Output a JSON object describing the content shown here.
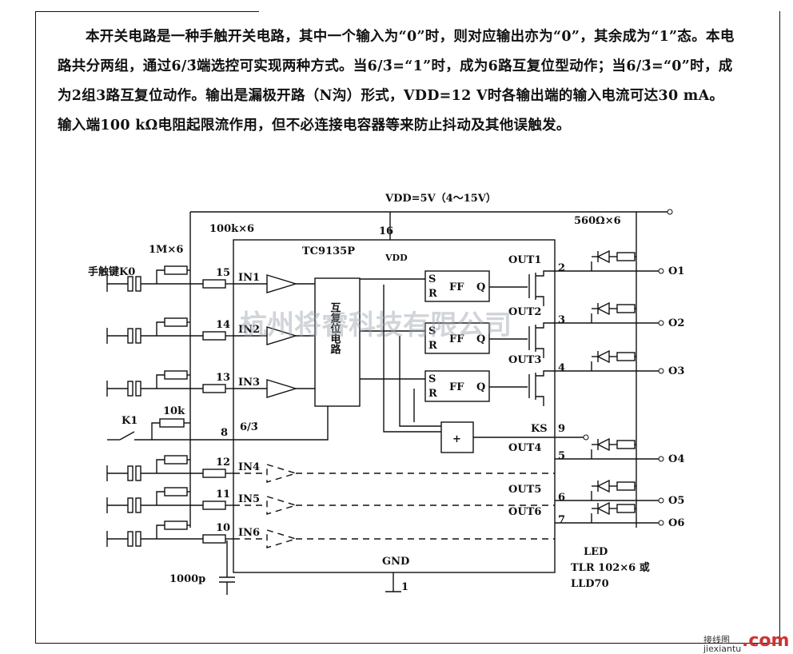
{
  "description": "本开关电路是一种手触开关电路，其中一个输入为“0”时，则对应输出亦为“0”，其余成为“1”态。本电路共分两组，通过6/3̄端选控可实现两种方式。当6/3̄=“1”时，成为6路互复位型动作；当6/3̄=“0”时，成为2组3路互复位动作。输出是漏极开路（N沟）形式，VDD=12 V时各输出端的输入电流可达30 mA。输入端100 kΩ电阻起限流作用，但不必连接电容器等来防止抖动及其他误触发。",
  "diagram": {
    "supply": "VDD=5V（4～15V）",
    "res_100k": "100k×6",
    "res_1m": "1M×6",
    "touch_key": "手触键K0",
    "chip": "TC9135P",
    "vdd_pin": "16",
    "vdd_label": "VDD",
    "reset_block": "互复位电路",
    "ff_label": "FF",
    "s_label": "S",
    "r_label": "R",
    "q_label": "Q",
    "or_label": "+",
    "k1": "K1",
    "res_10k": "10k",
    "sel_pin": "8",
    "sel_label": "6/3̄",
    "ks_label": "KS",
    "ks_pin": "9",
    "cap": "1000p",
    "gnd": "GND",
    "gnd_pin": "1",
    "res_560": "560Ω×6",
    "led_title": "LED",
    "led_part": "TLR 102×6 或",
    "led_alt": "LLD70",
    "inputs": [
      {
        "pin": "15",
        "name": "IN1"
      },
      {
        "pin": "14",
        "name": "IN2"
      },
      {
        "pin": "13",
        "name": "IN3"
      },
      {
        "pin": "12",
        "name": "IN4"
      },
      {
        "pin": "11",
        "name": "IN5"
      },
      {
        "pin": "10",
        "name": "IN6"
      }
    ],
    "outputs": [
      {
        "pin": "2",
        "name": "OUT1",
        "term": "O1"
      },
      {
        "pin": "3",
        "name": "OUT2",
        "term": "O2"
      },
      {
        "pin": "4",
        "name": "OUT3",
        "term": "O3"
      },
      {
        "pin": "5",
        "name": "OUT4",
        "term": "O4"
      },
      {
        "pin": "6",
        "name": "OUT5",
        "term": "O5"
      },
      {
        "pin": "7",
        "name": "OUT6",
        "term": "O6"
      }
    ]
  },
  "watermark": "杭州将睿科技有限公司",
  "site_text": "接线图",
  "site_url": "jiexiantu",
  "site_brand": ".com"
}
